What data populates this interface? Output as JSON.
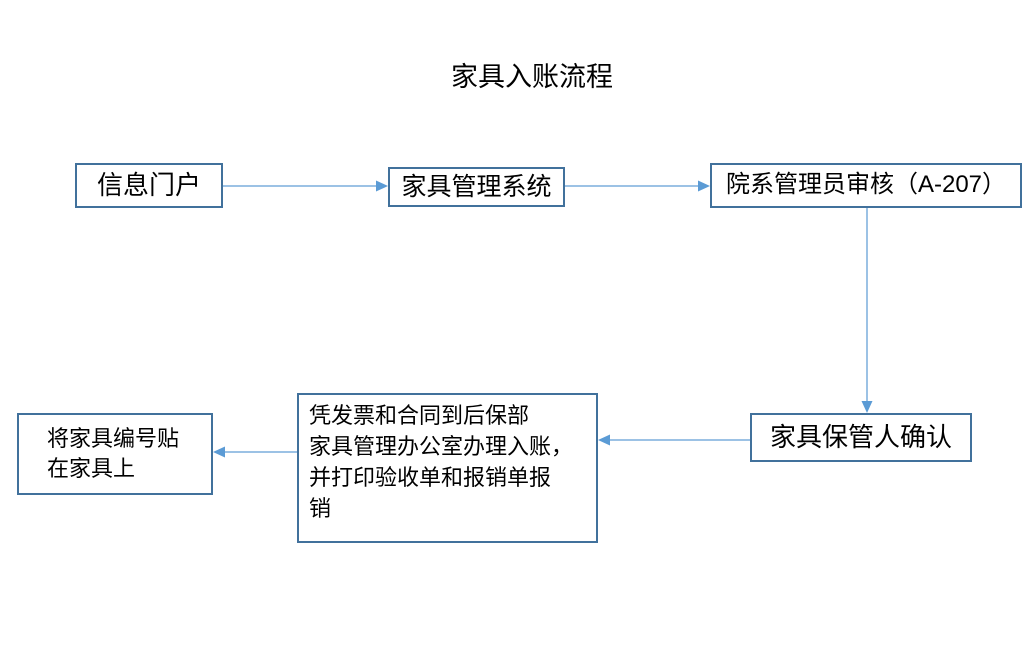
{
  "title": "家具入账流程",
  "colors": {
    "box_border": "#41719C",
    "arrow_line": "#9CC2E5",
    "arrow_head": "#5B9BD5",
    "text": "#000000",
    "background": "#FFFFFF"
  },
  "flowchart": {
    "nodes": [
      {
        "id": "portal",
        "label": "信息门户"
      },
      {
        "id": "system",
        "label": "家具管理系统"
      },
      {
        "id": "review",
        "label": "院系管理员审核（A-207）"
      },
      {
        "id": "custodian",
        "label": "家具保管人确认"
      },
      {
        "id": "accounting",
        "label": "凭发票和合同到后保部\n家具管理办公室办理入账，\n并打印验收单和报销单报\n销"
      },
      {
        "id": "tag",
        "label": "将家具编号贴\n在家具上"
      }
    ],
    "edges": [
      {
        "from": "信息门户",
        "to": "家具管理系统",
        "direction": "right"
      },
      {
        "from": "家具管理系统",
        "to": "院系管理员审核（A-207）",
        "direction": "right"
      },
      {
        "from": "院系管理员审核（A-207）",
        "to": "家具保管人确认",
        "direction": "down"
      },
      {
        "from": "家具保管人确认",
        "to": "凭发票和合同到后保部家具管理办公室办理入账，并打印验收单和报销单报销",
        "direction": "left"
      },
      {
        "from": "凭发票和合同到后保部家具管理办公室办理入账，并打印验收单和报销单报销",
        "to": "将家具编号贴在家具上",
        "direction": "left"
      }
    ]
  }
}
